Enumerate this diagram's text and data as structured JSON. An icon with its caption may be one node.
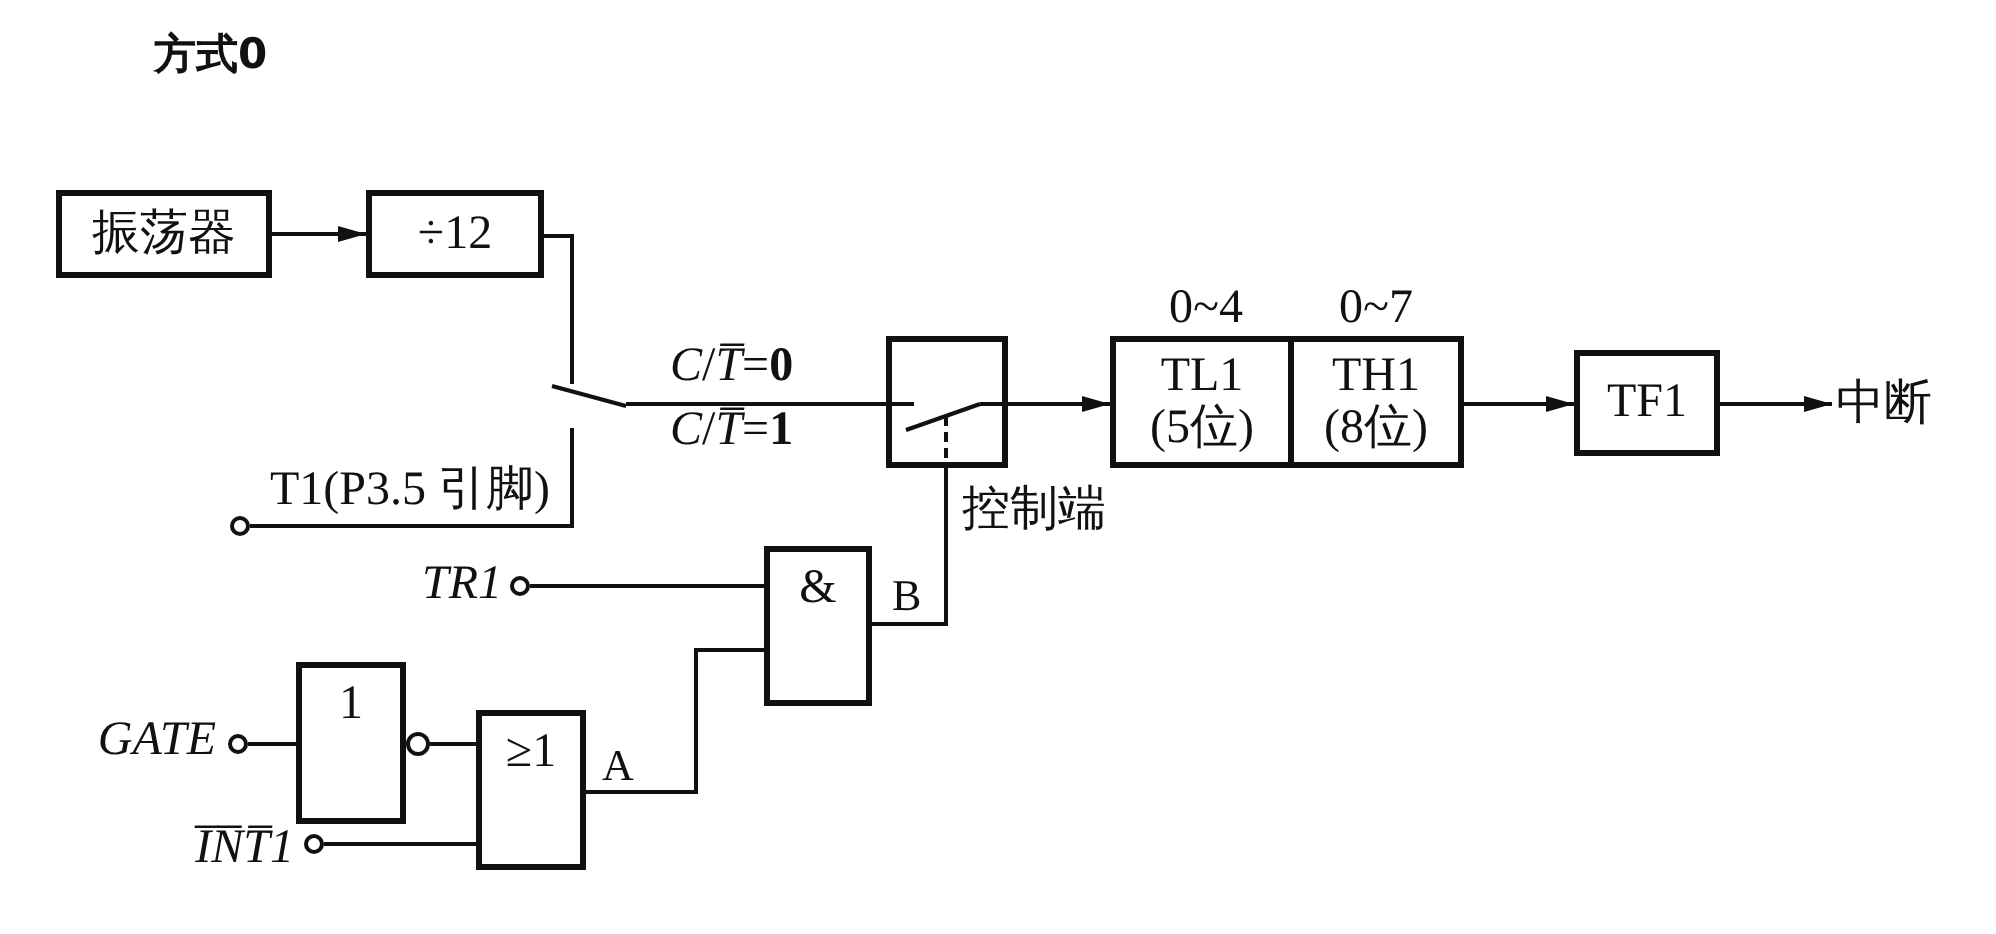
{
  "diagram": {
    "title": "方式0",
    "nodes": [
      {
        "text": [
          "振荡器"
        ]
      },
      {
        "text": [
          "÷12"
        ]
      },
      {
        "text": [],
        "shape": "switch",
        "beside": [
          "*C*/*T̅*=**0**",
          "*C*/*T̅*=**1**"
        ]
      },
      {
        "text": [],
        "shape": "circle",
        "beside": [
          "T1(P3.5 引脚)"
        ]
      },
      {
        "text": [],
        "shape": "box",
        "beside": [
          "控制端"
        ]
      },
      {
        "text": [
          "TL1 (5位)"
        ],
        "beside": [
          "0~4"
        ]
      },
      {
        "text": [
          "TH1 (8位)"
        ],
        "beside": [
          "0~7"
        ]
      },
      {
        "text": [
          "TF1"
        ]
      },
      {
        "text": [
          "中断"
        ]
      },
      {
        "text": [],
        "shape": "circle",
        "beside": [
          "TR1"
        ]
      },
      {
        "text": [
          "&"
        ]
      },
      {
        "text": [],
        "shape": "circle",
        "beside": [
          "GATE"
        ]
      },
      {
        "text": [
          "1"
        ]
      },
      {
        "text": [],
        "shape": "circle",
        "beside": [
          "I̅N̅T̅1"
        ]
      },
      {
        "text": [
          "≥1"
        ]
      }
    ],
    "edges": [
      {
        "from": 0,
        "to": 1,
        "arrow": "to"
      },
      {
        "from": 1,
        "to": 2,
        "arrow": "none"
      },
      {
        "from": 3,
        "to": 2,
        "arrow": "none"
      },
      {
        "from": 2,
        "to": 4,
        "arrow": "none"
      },
      {
        "from": 4,
        "to": 5,
        "arrow": "to"
      },
      {
        "from": 6,
        "to": 7,
        "arrow": "to"
      },
      {
        "from": 7,
        "to": 8,
        "arrow": "to"
      },
      {
        "from": 9,
        "to": 10,
        "arrow": "none"
      },
      {
        "from": 11,
        "to": 12,
        "arrow": "none"
      },
      {
        "from": 12,
        "to": 14,
        "arrow": "none"
      },
      {
        "from": 13,
        "to": 14,
        "arrow": "none"
      },
      {
        "from": 14,
        "to": 10,
        "arrow": "none",
        "label": "A"
      },
      {
        "from": 10,
        "to": 4,
        "arrow": "none",
        "label": "B"
      }
    ]
  }
}
